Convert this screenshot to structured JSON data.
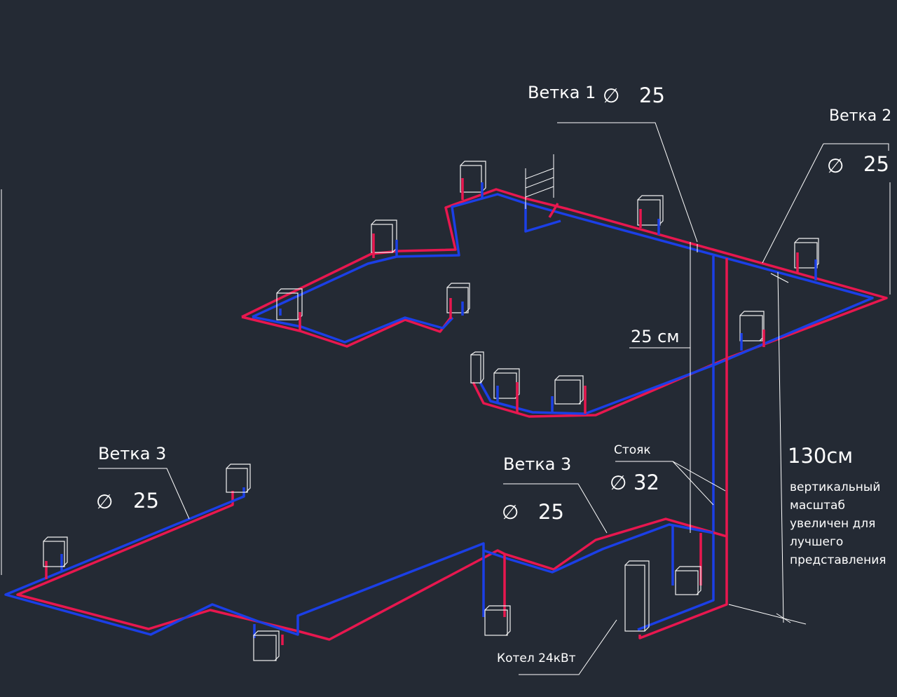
{
  "labels": {
    "branch1": "Ветка 1",
    "branch1_dia": "25",
    "branch2": "Ветка 2",
    "branch2_dia": "25",
    "branch3_left": "Ветка 3",
    "branch3_left_dia": "25",
    "branch3_right": "Ветка 3",
    "branch3_right_dia": "25",
    "height_25": "25 см",
    "riser": "Стояк",
    "riser_dia": "32",
    "height_130": "130см",
    "note_line1": "вертикальный",
    "note_line2": "масштаб",
    "note_line3": "увеличен для",
    "note_line4": "лучшего",
    "note_line5": "представления",
    "boiler": "Котел 24кВт"
  },
  "diameter_symbol": "∅",
  "colors": {
    "background": "#242a34",
    "supply_pipe": "#e8174f",
    "return_pipe": "#1b3fe6",
    "annotation": "#ffffff"
  }
}
